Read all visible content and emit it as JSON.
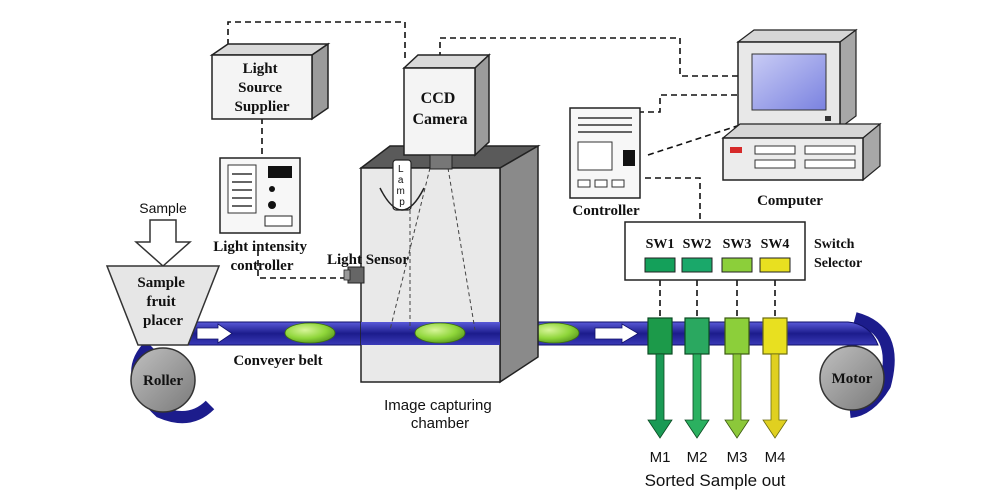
{
  "labels": {
    "sample": "Sample",
    "placer": [
      "Sample",
      "fruit",
      "placer"
    ],
    "roller": "Roller",
    "conveyer_belt": "Conveyer belt",
    "light_source": [
      "Light",
      "Source",
      "Supplier"
    ],
    "light_intensity": [
      "Light intensity",
      "controller"
    ],
    "light_sensor": "Light Sensor",
    "lamp": [
      "L",
      "a",
      "m",
      "p"
    ],
    "ccd_camera": [
      "CCD",
      "Camera"
    ],
    "chamber": [
      "Image capturing",
      "chamber"
    ],
    "controller": "Controller",
    "computer": "Computer",
    "switch_selector": [
      "Switch",
      "Selector"
    ],
    "switches": [
      "SW1",
      "SW2",
      "SW3",
      "SW4"
    ],
    "motor": "Motor",
    "outputs": [
      "M1",
      "M2",
      "M3",
      "M4"
    ],
    "sorted_out": "Sorted Sample out"
  },
  "colors": {
    "belt": "#1c1c8c",
    "belt_light": "#3b3bbf",
    "fruit": "#8fd63a",
    "roller": "#9a9a9a",
    "sw1": "#14a05a",
    "sw2": "#1aa86a",
    "sw3": "#8ccf3a",
    "sw4": "#e8e020",
    "arrow_m1": "#1a9a55",
    "arrow_m2": "#2bb060",
    "arrow_m3": "#8cc83a",
    "arrow_m4": "#e0d020",
    "monitor_screen": "#8f96e8"
  }
}
